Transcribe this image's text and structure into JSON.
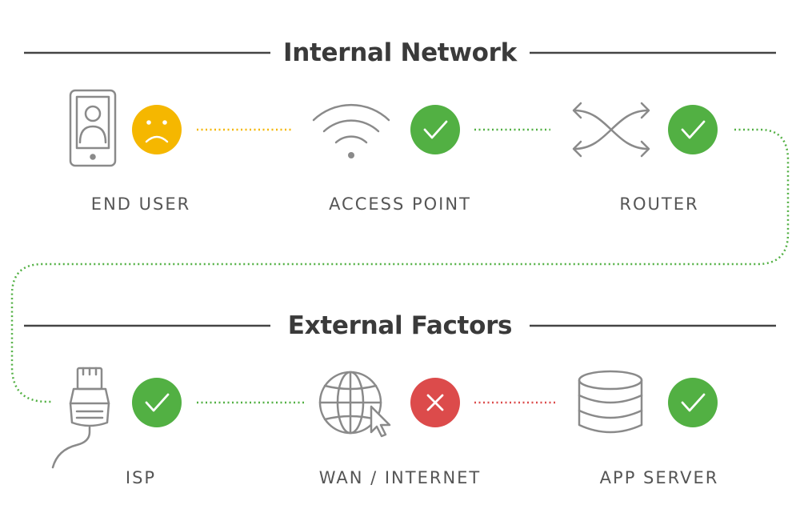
{
  "sections": {
    "internal": {
      "title": "Internal Network"
    },
    "external": {
      "title": "External Factors"
    }
  },
  "nodes": [
    {
      "label": "END USER",
      "icon": "smartphone-user-icon",
      "status": "warning"
    },
    {
      "label": "ACCESS POINT",
      "icon": "wifi-icon",
      "status": "ok"
    },
    {
      "label": "ROUTER",
      "icon": "router-arrows-icon",
      "status": "ok"
    },
    {
      "label": "ISP",
      "icon": "ethernet-plug-icon",
      "status": "ok"
    },
    {
      "label": "WAN / INTERNET",
      "icon": "globe-cursor-icon",
      "status": "error"
    },
    {
      "label": "APP SERVER",
      "icon": "database-server-icon",
      "status": "ok"
    }
  ],
  "colors": {
    "ok": "#52b043",
    "warning": "#f5b700",
    "error": "#dc4b4b",
    "icon_stroke": "#8a8a8a",
    "rule": "#444444",
    "text": "#555555"
  }
}
